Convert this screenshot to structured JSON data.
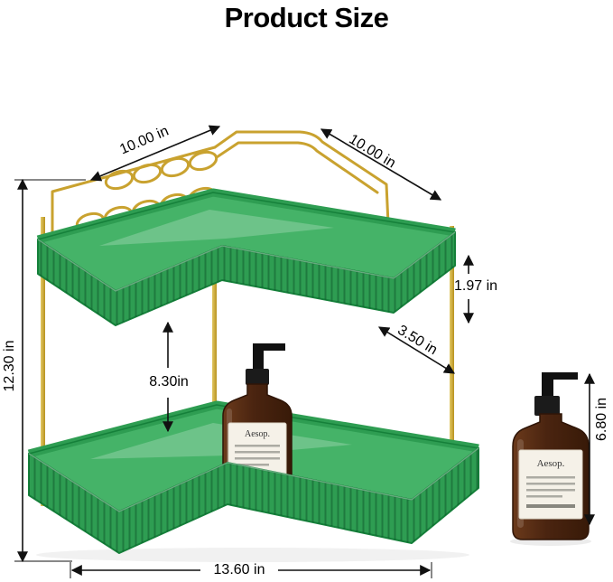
{
  "title": "Product Size",
  "dimensions": {
    "top_left_width": "10.00 in",
    "top_right_depth": "10.00 in",
    "upper_tray_wall_height": "1.97 in",
    "tray_depth": "3.50 in",
    "tier_gap": "8.30in",
    "total_height": "12.30 in",
    "bottle_height": "6.80 in",
    "total_width": "13.60 in"
  },
  "product": {
    "shelf_bottle_label": "Aesop.",
    "standalone_bottle_label": "Aesop."
  },
  "colors": {
    "shelf_green": "#2E9D52",
    "shelf_green_light": "#45B368",
    "shelf_green_dark": "#15803A",
    "gold": "#C9A22F",
    "bottle_amber": "#4A2410",
    "dimension_line": "#111111"
  }
}
